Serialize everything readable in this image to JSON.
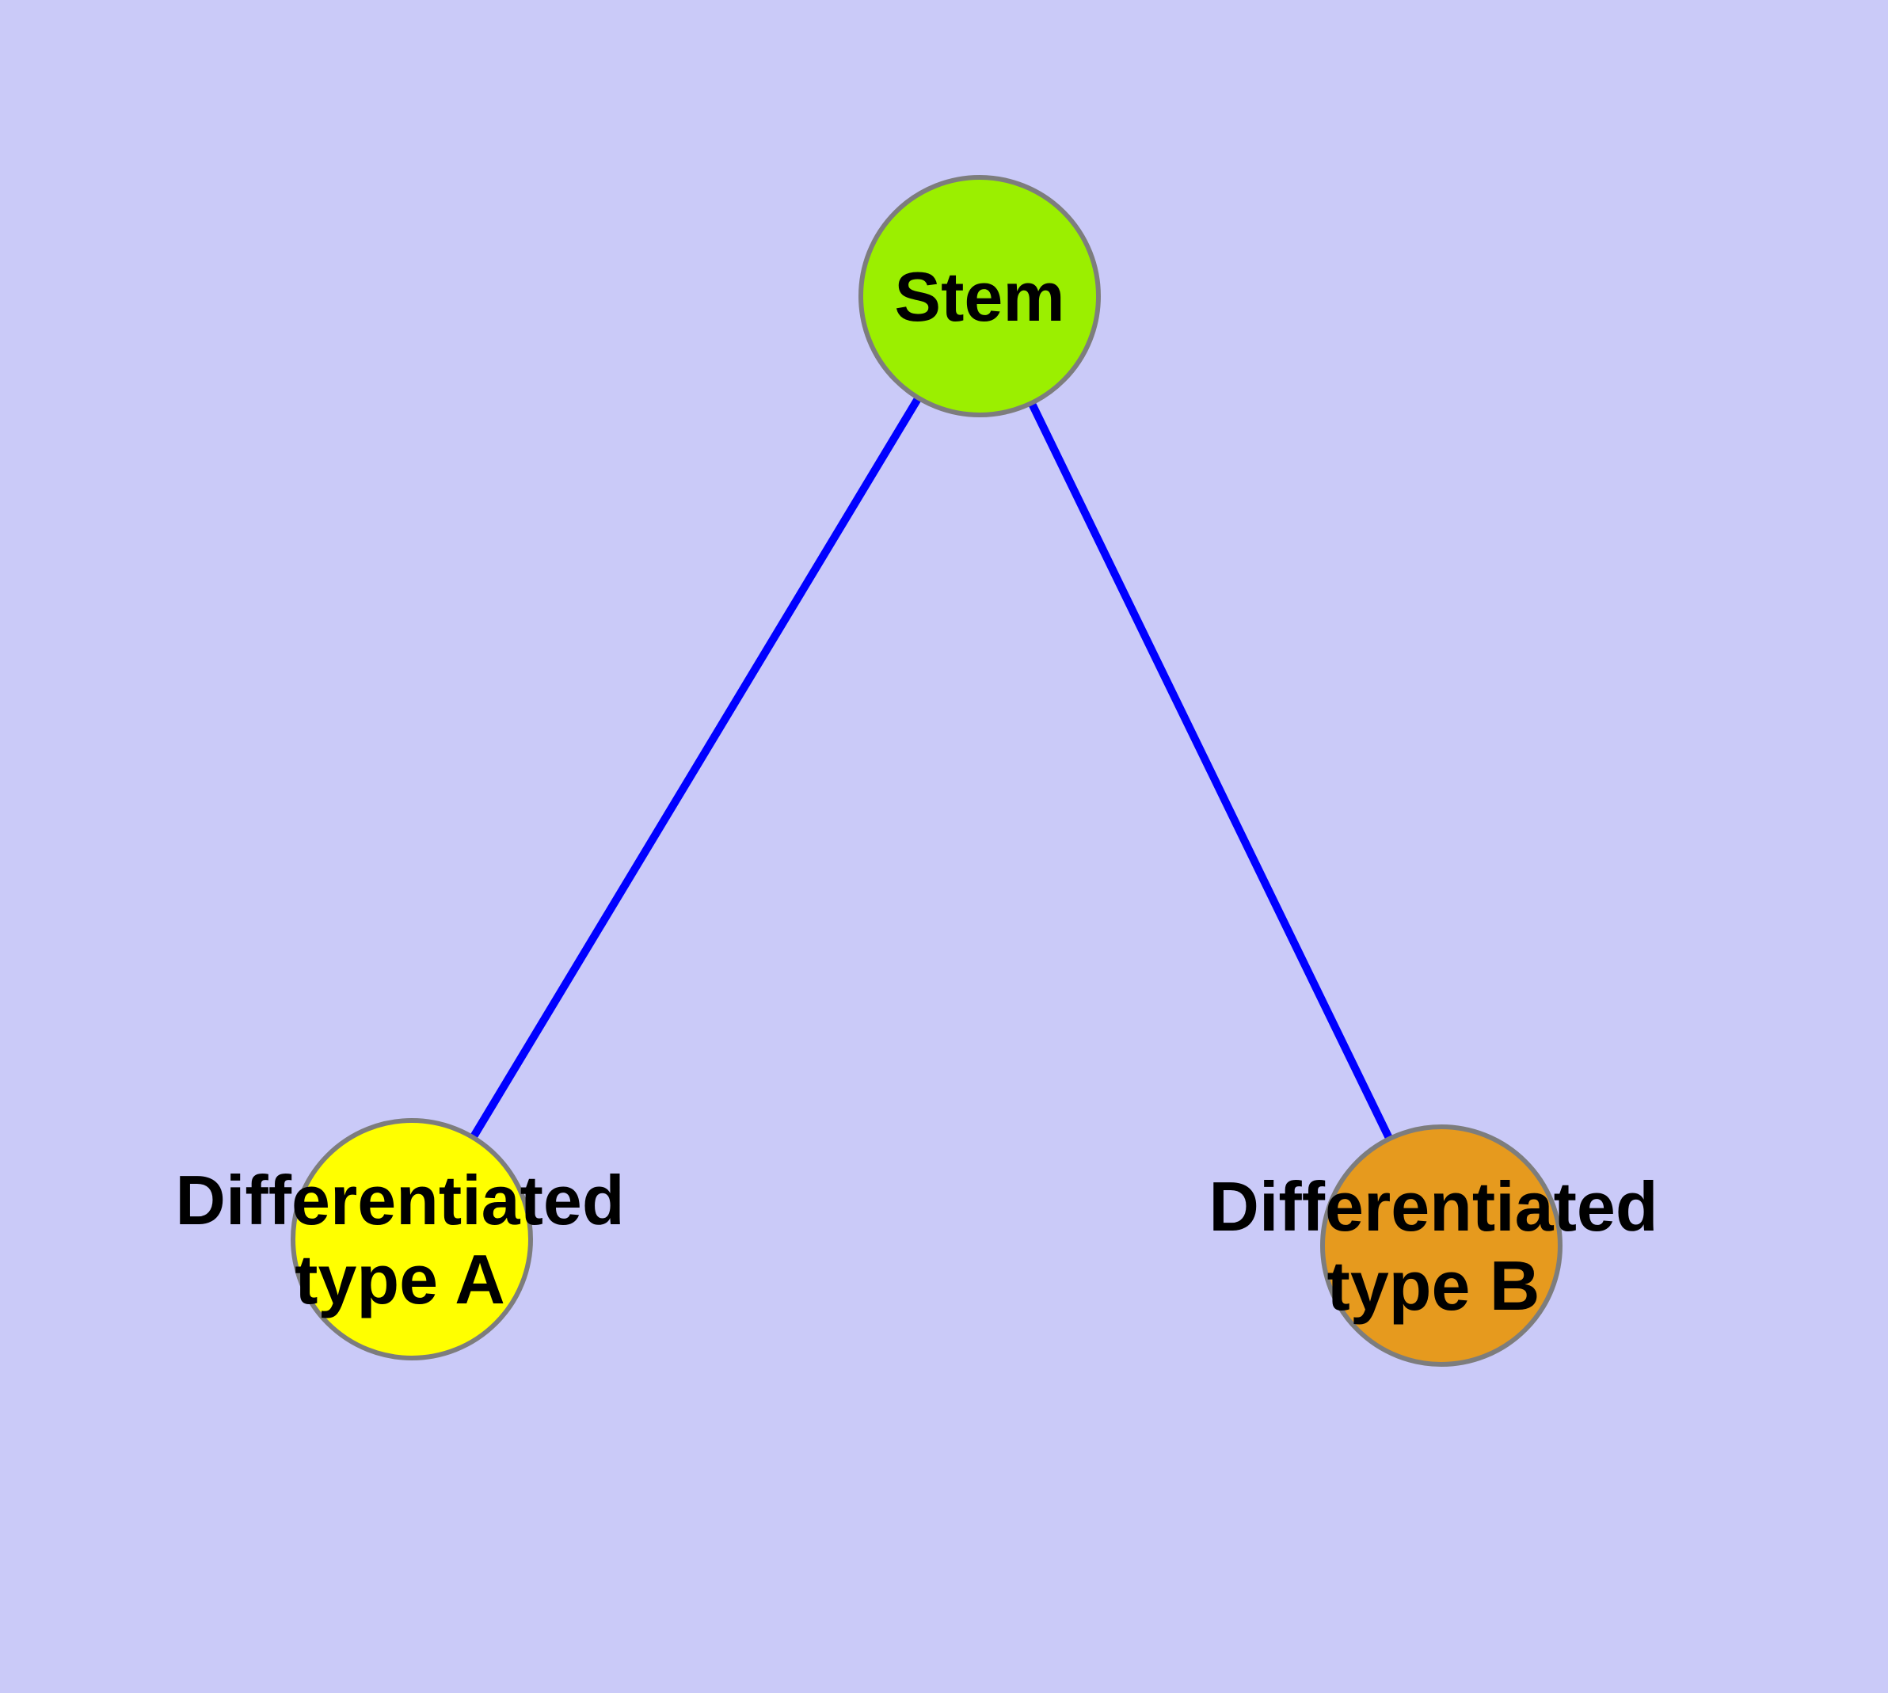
{
  "diagram": {
    "type": "node-link-graph",
    "description": "Stem cell differentiation graph: one stem node connected to two differentiated cell type nodes"
  },
  "colors": {
    "background": "#CACAF8",
    "edge": "#0000FF",
    "node_border": "#7D7D7D",
    "label_text": "#000000",
    "stem_fill": "#9BEF00",
    "type_a_fill": "#FFFF00",
    "type_b_fill": "#E69A1E"
  },
  "graph": {
    "nodes": [
      {
        "id": "stem",
        "label": "Stem",
        "lines": [
          "Stem"
        ],
        "color": "#9BEF00"
      },
      {
        "id": "diff-a",
        "label": "Differentiated type A",
        "lines": [
          "Differentiated",
          "type A"
        ],
        "color": "#FFFF00"
      },
      {
        "id": "diff-b",
        "label": "Differentiated type B",
        "lines": [
          "Differentiated",
          "type B"
        ],
        "color": "#E69A1E"
      }
    ],
    "edges": [
      {
        "from": "Stem",
        "to": "Differentiated type A"
      },
      {
        "from": "Stem",
        "to": "Differentiated type B"
      }
    ]
  }
}
